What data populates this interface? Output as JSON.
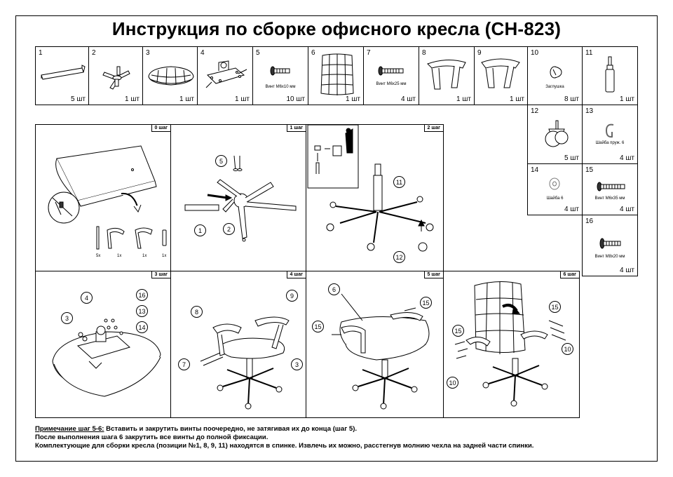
{
  "title": "Инструкция по сборке офисного кресла (CH-823)",
  "parts": [
    {
      "num": "1",
      "qty": "5 шт",
      "label": "",
      "icon": "armrest-bar-icon"
    },
    {
      "num": "2",
      "qty": "1 шт",
      "label": "",
      "icon": "star-base-icon"
    },
    {
      "num": "3",
      "qty": "1 шт",
      "label": "",
      "icon": "seat-cushion-icon"
    },
    {
      "num": "4",
      "qty": "1 шт",
      "label": "",
      "icon": "tilt-mechanism-icon"
    },
    {
      "num": "5",
      "qty": "10 шт",
      "label": "Винт М6х10 мм",
      "icon": "screw-icon"
    },
    {
      "num": "6",
      "qty": "1 шт",
      "label": "",
      "icon": "backrest-icon"
    },
    {
      "num": "7",
      "qty": "4 шт",
      "label": "Винт М6х25 мм",
      "icon": "screw-icon"
    },
    {
      "num": "8",
      "qty": "1 шт",
      "label": "",
      "icon": "armrest-left-icon"
    },
    {
      "num": "9",
      "qty": "1 шт",
      "label": "",
      "icon": "armrest-right-icon"
    },
    {
      "num": "10",
      "qty": "8 шт",
      "label": "Заглушка",
      "icon": "cap-plug-icon"
    },
    {
      "num": "11",
      "qty": "1 шт",
      "label": "",
      "icon": "gas-lift-icon"
    },
    {
      "num": "12",
      "qty": "5 шт",
      "label": "",
      "icon": "caster-wheel-icon"
    },
    {
      "num": "13",
      "qty": "4 шт",
      "label": "Шайба пруж. 6",
      "icon": "spring-washer-icon"
    },
    {
      "num": "14",
      "qty": "4 шт",
      "label": "Шайба  6",
      "icon": "flat-washer-icon"
    },
    {
      "num": "15",
      "qty": "4 шт",
      "label": "Винт М6х35 мм",
      "icon": "screw-icon"
    },
    {
      "num": "16",
      "qty": "4 шт",
      "label": "Винт М8х20 мм",
      "icon": "screw-icon"
    }
  ],
  "steps": [
    {
      "tag": "0 шаг",
      "counts": [
        "5x",
        "1x",
        "1x",
        "1x"
      ]
    },
    {
      "tag": "1 шаг",
      "callouts": [
        "5",
        "1",
        "2"
      ]
    },
    {
      "tag": "2 шаг",
      "callouts": [
        "11",
        "12"
      ]
    },
    {
      "tag": "3 шаг",
      "callouts": [
        "4",
        "16",
        "13",
        "14",
        "3"
      ]
    },
    {
      "tag": "4 шаг",
      "callouts": [
        "8",
        "9",
        "7",
        "3"
      ]
    },
    {
      "tag": "5 шаг",
      "callouts": [
        "6",
        "15",
        "15"
      ]
    },
    {
      "tag": "6 шаг",
      "callouts": [
        "15",
        "15",
        "10",
        "10"
      ]
    }
  ],
  "notes": {
    "line1_prefix": "Примечание шаг 5-6:",
    "line1_text": " Вставить и закрутить винты поочередно, не затягивая их до конца (шаг 5).",
    "line2": "После выполнения шага 6 закрутить все винты до полной фиксации.",
    "line3": "Комплектующие для сборки кресла (позиции №1, 8, 9, 11) находятся в спинке. Извлечь их можно, расстегнув молнию чехла на задней части спинки."
  }
}
